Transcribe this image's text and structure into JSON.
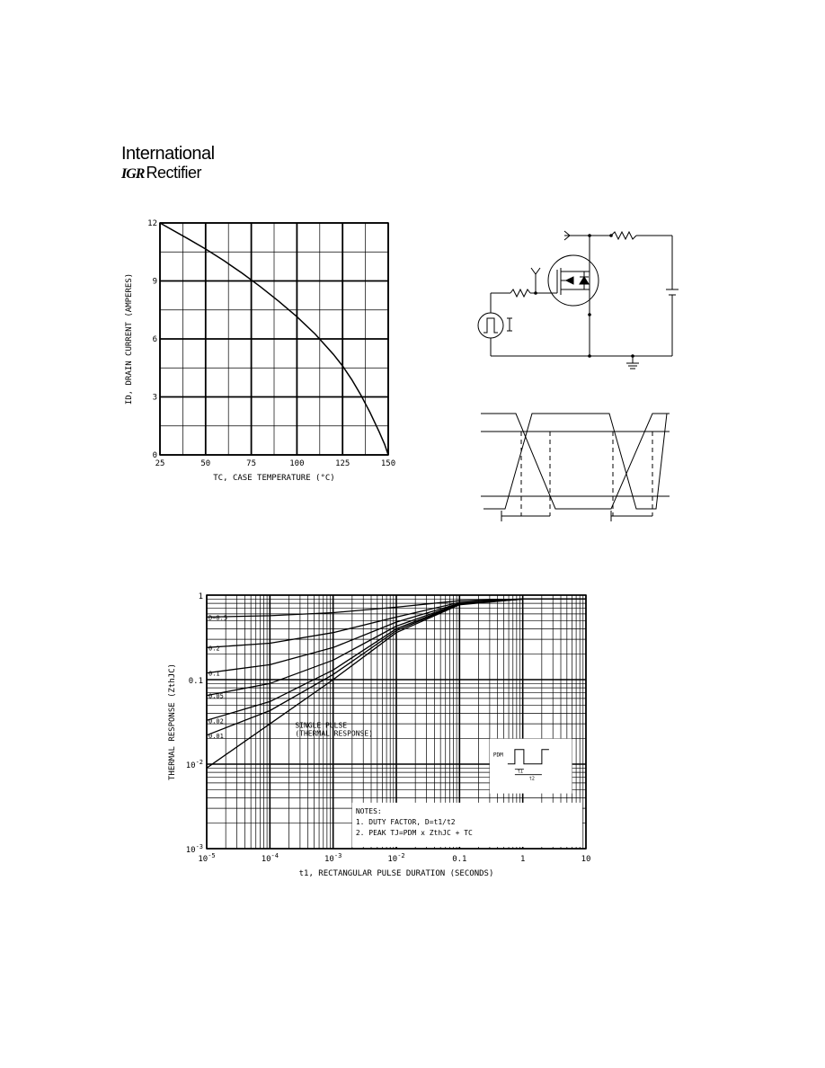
{
  "logo": {
    "line1": "International",
    "mark": "IGR",
    "line2": "Rectifier"
  },
  "fig_drain_current": {
    "chart_data": {
      "type": "line",
      "x": [
        25,
        40,
        50,
        60,
        70,
        80,
        90,
        100,
        110,
        120,
        125,
        130,
        135,
        140,
        145,
        148,
        150
      ],
      "y": [
        12,
        11.2,
        10.65,
        10.05,
        9.4,
        8.7,
        7.95,
        7.15,
        6.25,
        5.2,
        4.6,
        3.9,
        3.1,
        2.2,
        1.2,
        0.55,
        0
      ],
      "xlim": [
        25,
        150
      ],
      "ylim": [
        0,
        12
      ],
      "x_ticks": [
        25,
        50,
        75,
        100,
        125,
        150
      ],
      "y_ticks": [
        0,
        3,
        6,
        9,
        12
      ],
      "x_tick_labels": [
        "25",
        "50",
        "75",
        "100",
        "125",
        "150"
      ],
      "y_tick_labels": [
        "0",
        "3",
        "6",
        "9",
        "12"
      ],
      "xlabel": "TC, CASE TEMPERATURE (°C)",
      "ylabel": "ID, DRAIN CURRENT (AMPERES)",
      "grid": true
    }
  },
  "fig_thermal": {
    "chart_data": {
      "type": "line",
      "x_log_range": [
        -5,
        1
      ],
      "y_log_range": [
        -3,
        0
      ],
      "x_tick_labels": [
        "10-5",
        "10-4",
        "10-3",
        "10-2",
        "0.1",
        "1",
        "10"
      ],
      "y_tick_labels": [
        "10-3",
        "10-2",
        "0.1",
        "1"
      ],
      "xlabel": "t1, RECTANGULAR PULSE DURATION (SECONDS)",
      "ylabel": "THERMAL RESPONSE (ZthJC)",
      "grid": true,
      "series": [
        {
          "name": "D=0.5",
          "x": [
            1e-05,
            0.0001,
            0.001,
            0.01,
            0.1,
            1,
            10
          ],
          "y": [
            0.55,
            0.57,
            0.62,
            0.72,
            0.86,
            0.9,
            0.9
          ]
        },
        {
          "name": "0.2",
          "x": [
            1e-05,
            0.0001,
            0.001,
            0.01,
            0.1,
            1,
            10
          ],
          "y": [
            0.24,
            0.27,
            0.36,
            0.55,
            0.82,
            0.9,
            0.9
          ]
        },
        {
          "name": "0.1",
          "x": [
            1e-05,
            0.0001,
            0.001,
            0.01,
            0.1,
            1,
            10
          ],
          "y": [
            0.12,
            0.15,
            0.24,
            0.48,
            0.8,
            0.9,
            0.9
          ]
        },
        {
          "name": "0.05",
          "x": [
            1e-05,
            0.0001,
            0.001,
            0.01,
            0.1,
            1,
            10
          ],
          "y": [
            0.065,
            0.09,
            0.17,
            0.43,
            0.79,
            0.9,
            0.9
          ]
        },
        {
          "name": "0.02",
          "x": [
            1e-05,
            0.0001,
            0.001,
            0.01,
            0.1,
            1,
            10
          ],
          "y": [
            0.033,
            0.055,
            0.13,
            0.4,
            0.78,
            0.9,
            0.9
          ]
        },
        {
          "name": "0.01",
          "x": [
            1e-05,
            0.0001,
            0.001,
            0.01,
            0.1,
            1,
            10
          ],
          "y": [
            0.022,
            0.043,
            0.115,
            0.38,
            0.78,
            0.9,
            0.9
          ]
        },
        {
          "name": "SINGLE PULSE",
          "x": [
            1e-05,
            0.0001,
            0.001,
            0.01,
            0.1,
            1,
            10
          ],
          "y": [
            0.009,
            0.03,
            0.1,
            0.36,
            0.77,
            0.9,
            0.9
          ]
        }
      ],
      "annotation": "SINGLE PULSE (THERMAL RESPONSE)",
      "notes_title": "NOTES:",
      "note1": "1. DUTY FACTOR, D=t1/t2",
      "note2": "2. PEAK TJ=PDM x ZthJC + TC",
      "inset_label": "PDM",
      "inset_t1": "t1",
      "inset_t2": "t2"
    }
  }
}
